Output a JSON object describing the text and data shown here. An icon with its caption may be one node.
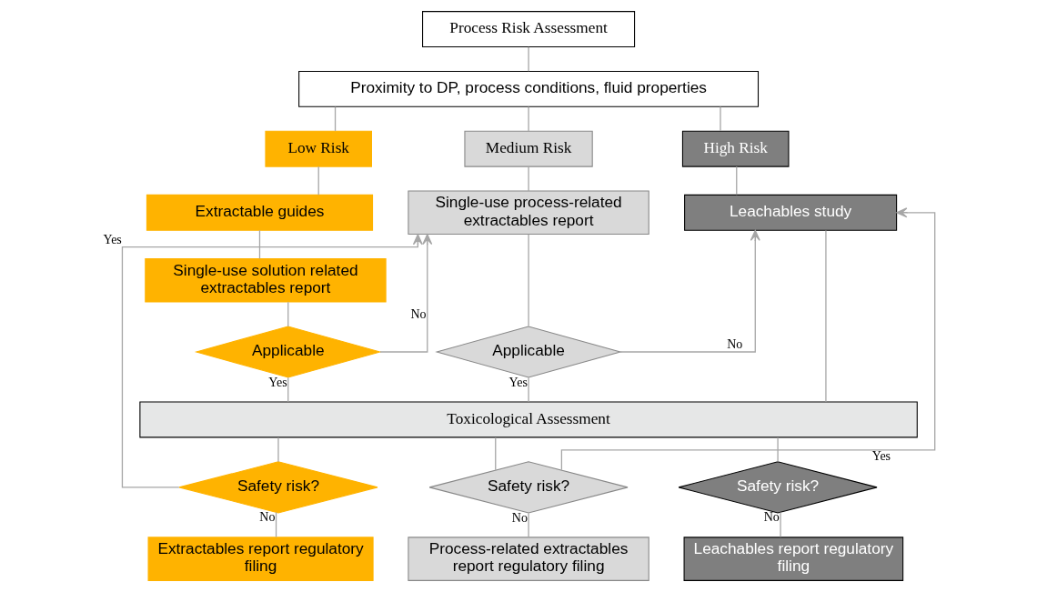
{
  "diagram": {
    "nodes": [
      {
        "text": [
          "Process Risk Assessment"
        ]
      },
      {
        "text": [
          "Proximity to DP, process conditions, fluid properties"
        ]
      },
      {
        "text": [
          "Low Risk"
        ]
      },
      {
        "text": [
          "Medium Risk"
        ]
      },
      {
        "text": [
          "High Risk"
        ]
      },
      {
        "text": [
          "Extractable guides"
        ]
      },
      {
        "text": [
          "Single-use solution related extractables report"
        ]
      },
      {
        "text": [
          "Applicable"
        ]
      },
      {
        "text": [
          "Single-use process-related extractables report"
        ]
      },
      {
        "text": [
          "Applicable"
        ]
      },
      {
        "text": [
          "Leachables study"
        ]
      },
      {
        "text": [
          "Toxicological Assessment"
        ]
      },
      {
        "text": [
          "Safety risk?"
        ]
      },
      {
        "text": [
          "Safety risk?"
        ]
      },
      {
        "text": [
          "Safety risk?"
        ]
      },
      {
        "text": [
          "Extractables report regulatory filing"
        ]
      },
      {
        "text": [
          "Process-related extractables report regulatory filing"
        ]
      },
      {
        "text": [
          "Leachables report regulatory filing"
        ]
      }
    ],
    "edges": [
      {
        "from": 0,
        "to": 1,
        "arrow": "none"
      },
      {
        "from": 1,
        "to": 2,
        "arrow": "none"
      },
      {
        "from": 1,
        "to": 3,
        "arrow": "none"
      },
      {
        "from": 1,
        "to": 4,
        "arrow": "none"
      },
      {
        "from": 2,
        "to": 5,
        "arrow": "none"
      },
      {
        "from": 5,
        "to": 6,
        "arrow": "none"
      },
      {
        "from": 6,
        "to": 7,
        "arrow": "none"
      },
      {
        "from": 7,
        "to": 11,
        "label": "Yes",
        "arrow": "none"
      },
      {
        "from": 7,
        "to": 8,
        "label": "No",
        "arrow": "to"
      },
      {
        "from": 3,
        "to": 8,
        "arrow": "none"
      },
      {
        "from": 8,
        "to": 9,
        "arrow": "none"
      },
      {
        "from": 9,
        "to": 11,
        "label": "Yes",
        "arrow": "none"
      },
      {
        "from": 9,
        "to": 10,
        "label": "No",
        "arrow": "to"
      },
      {
        "from": 4,
        "to": 10,
        "arrow": "none"
      },
      {
        "from": 10,
        "to": 11,
        "arrow": "none"
      },
      {
        "from": 11,
        "to": 12,
        "arrow": "none"
      },
      {
        "from": 11,
        "to": 13,
        "arrow": "none"
      },
      {
        "from": 11,
        "to": 14,
        "arrow": "none"
      },
      {
        "from": 12,
        "to": 15,
        "label": "No",
        "arrow": "none"
      },
      {
        "from": 12,
        "to": 8,
        "label": "Yes",
        "arrow": "to"
      },
      {
        "from": 13,
        "to": 16,
        "label": "No",
        "arrow": "none"
      },
      {
        "from": 13,
        "to": 10,
        "label": "Yes",
        "arrow": "to"
      },
      {
        "from": 14,
        "to": 17,
        "label": "No",
        "arrow": "none"
      }
    ]
  }
}
